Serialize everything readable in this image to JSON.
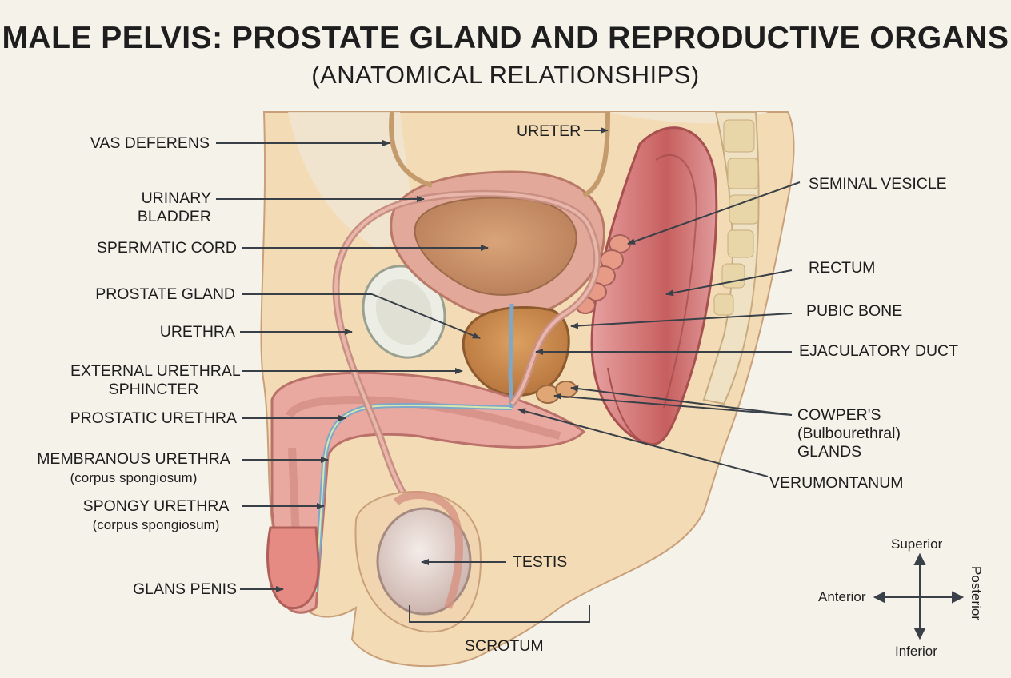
{
  "title": "MALE PELVIS: PROSTATE GLAND AND REPRODUCTIVE ORGANS",
  "subtitle": "(ANATOMICAL RELATIONSHIPS)",
  "labels": {
    "vas_deferens": "VAS DEFERENS",
    "ureter": "URETER",
    "urinary_bladder_1": "URINARY",
    "urinary_bladder_2": "BLADDER",
    "spermatic_cord": "SPERMATIC CORD",
    "prostate_gland": "PROSTATE GLAND",
    "urethra": "URETHRA",
    "ext_sphincter_1": "EXTERNAL URETHRAL",
    "ext_sphincter_2": "SPHINCTER",
    "prostatic_urethra": "PROSTATIC URETHRA",
    "membranous_urethra": "MEMBRANOUS URETHRA",
    "membranous_sub": "(corpus spongiosum)",
    "spongy_urethra": "SPONGY URETHRA",
    "spongy_sub": "(corpus spongiosum)",
    "glans_penis": "GLANS PENIS",
    "seminal_vesicle": "SEMINAL VESICLE",
    "rectum": "RECTUM",
    "pubic_bone": "PUBIC BONE",
    "ejaculatory_duct": "EJACULATORY DUCT",
    "cowpers_1": "COWPER'S",
    "cowpers_2": "(Bulbourethral)",
    "cowpers_3": "GLANDS",
    "verumontanum": "VERUMONTANUM",
    "testis": "TESTIS",
    "scrotum": "SCROTUM"
  },
  "compass": {
    "superior": "Superior",
    "inferior": "Inferior",
    "anterior": "Anterior",
    "posterior": "Posterior"
  },
  "colors": {
    "skin": "#f3dcb5",
    "bladder": "#c9936a",
    "rectum": "#c96a6a",
    "prostate": "#c98a4e",
    "leader": "#3a4048"
  }
}
